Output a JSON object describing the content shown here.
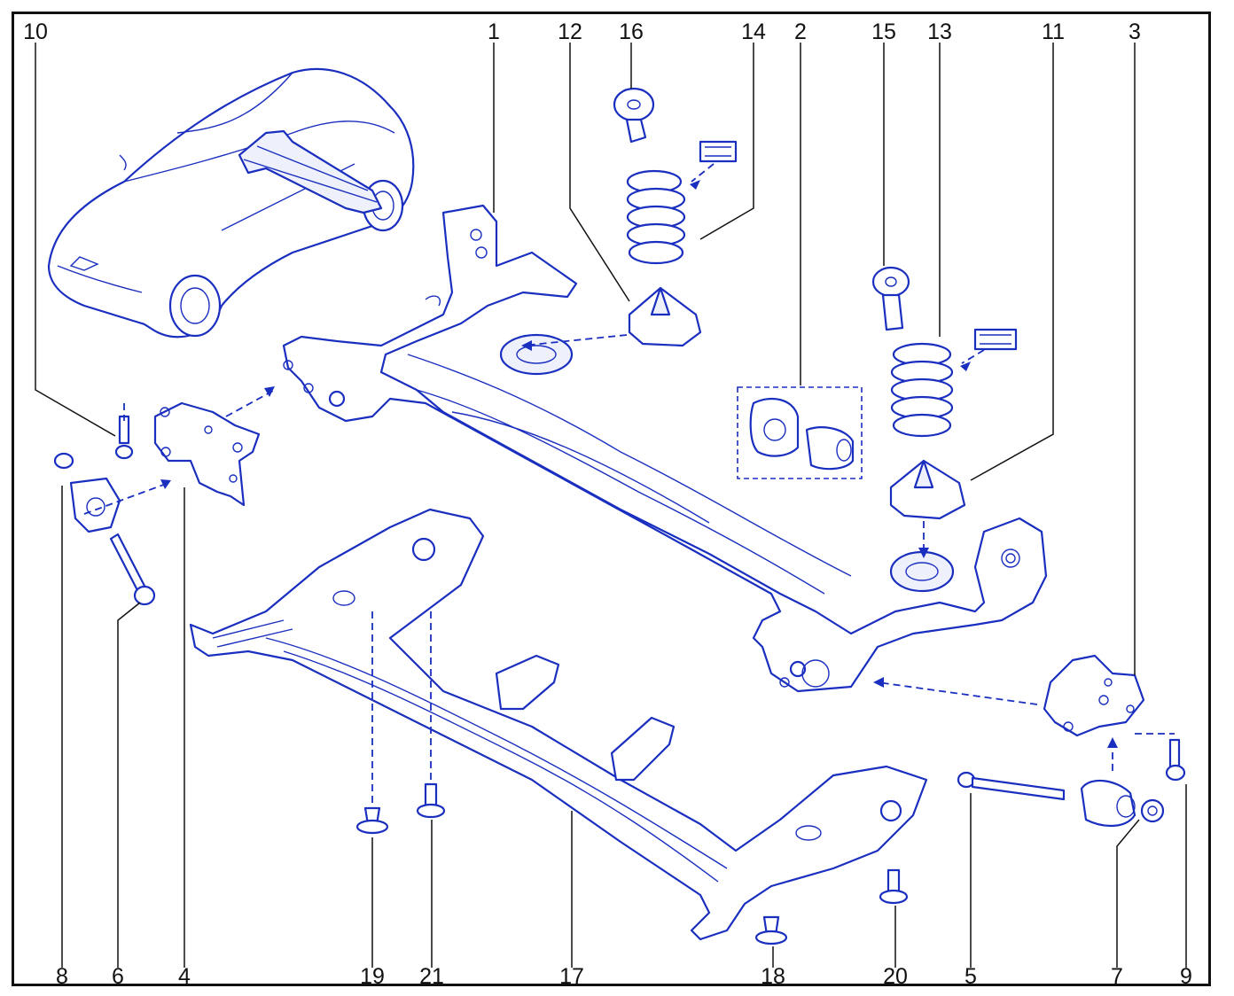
{
  "callouts": [
    {
      "id": "c10",
      "text": "10"
    },
    {
      "id": "c1",
      "text": "1"
    },
    {
      "id": "c12",
      "text": "12"
    },
    {
      "id": "c16",
      "text": "16"
    },
    {
      "id": "c14",
      "text": "14"
    },
    {
      "id": "c2",
      "text": "2"
    },
    {
      "id": "c15",
      "text": "15"
    },
    {
      "id": "c13",
      "text": "13"
    },
    {
      "id": "c11",
      "text": "11"
    },
    {
      "id": "c3",
      "text": "3"
    },
    {
      "id": "c8",
      "text": "8"
    },
    {
      "id": "c6",
      "text": "6"
    },
    {
      "id": "c4",
      "text": "4"
    },
    {
      "id": "c19",
      "text": "19"
    },
    {
      "id": "c21",
      "text": "21"
    },
    {
      "id": "c17",
      "text": "17"
    },
    {
      "id": "c18",
      "text": "18"
    },
    {
      "id": "c20",
      "text": "20"
    },
    {
      "id": "c5",
      "text": "5"
    },
    {
      "id": "c7",
      "text": "7"
    },
    {
      "id": "c9",
      "text": "9"
    }
  ],
  "colors": {
    "line": "#1a2fbf",
    "text": "#111111",
    "frame": "#111111"
  }
}
